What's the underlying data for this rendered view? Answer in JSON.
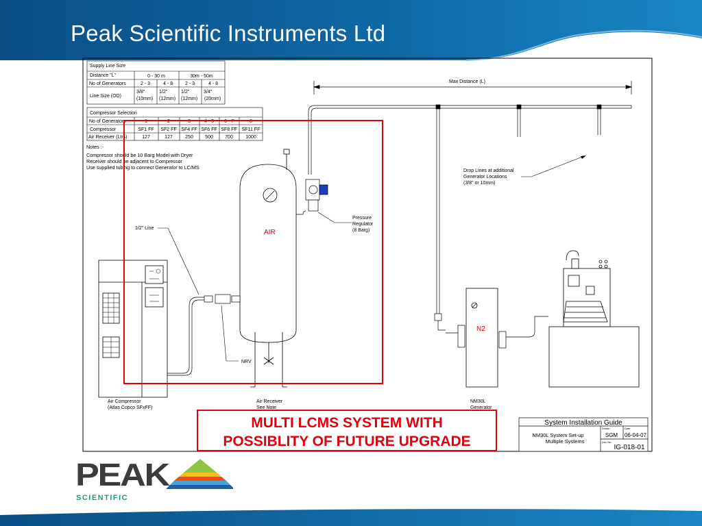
{
  "page_title": "Peak Scientific Instruments Ltd",
  "colors": {
    "brand_blue": "#0f68a6",
    "callout_red": "#e0000e",
    "logo_text": "#3c3c3c",
    "logo_green": "#1f9b6e"
  },
  "supply_table": {
    "title": "Supply Line Size",
    "rows": [
      {
        "label": "Distance \"L\"",
        "cells": [
          "0 - 30 m",
          "30m - 50m"
        ]
      },
      {
        "label": "No of Generators",
        "cells": [
          "2 - 3",
          "4 - 8",
          "2 - 3",
          "4 - 8"
        ]
      },
      {
        "label": "Line Size (OD)",
        "cells": [
          [
            "3/8\"",
            "(10mm)"
          ],
          [
            "1/2\"",
            "(12mm)"
          ],
          [
            "1/2\"",
            "(12mm)"
          ],
          [
            "3/4\"",
            "(20mm)"
          ]
        ]
      }
    ]
  },
  "compressor_table": {
    "title": "Compressor Selection",
    "rows": [
      {
        "label": "No of Generators",
        "cells": [
          "1",
          "2",
          "3",
          "4 - 5",
          "6 - 7",
          "8"
        ]
      },
      {
        "label": "Compressor",
        "cells": [
          "SF1 FF",
          "SF2 FF",
          "SF4 FF",
          "SF6 FF",
          "SF8 FF",
          "SF11 FF"
        ]
      },
      {
        "label": "Air Receiver (Ltrs)",
        "cells": [
          "127",
          "127",
          "250",
          "500",
          "700",
          "1000"
        ]
      }
    ]
  },
  "notes": {
    "heading": "Notes :-",
    "lines": [
      "Compressor should be 10 Barg Model with Dryer",
      "Receiver should be adjacent to Compressor",
      "Use supplied tubing to connect Generator to LC/MS"
    ]
  },
  "labels": {
    "max_distance": "Max Distance (L)",
    "drop_lines": [
      "Drop Lines at additional",
      "Generator Locations",
      "(3/8\" or 10mm)"
    ],
    "pressure_regulator": [
      "Pressure",
      "Regulator",
      "(8 Barg)"
    ],
    "half_inch_line": "1/2\" Line",
    "air": "AIR",
    "n2": "N2",
    "nrv": "NRV",
    "air_compressor": [
      "Air Compressor",
      "(Atlas Copco SFxFF)"
    ],
    "air_receiver": [
      "Air Receiver",
      "See Note"
    ],
    "nm30l": [
      "NM30L",
      "Generator"
    ]
  },
  "title_block": {
    "title": "System Installation Guide",
    "description": [
      "NM30L System Set-up",
      "Multiple Systems"
    ],
    "drawn_label": "Drawn",
    "drawn": "SGM",
    "date_label": "Date",
    "date": "06-04-07",
    "docno_label": "Doc No.",
    "doc_no": "IG-018-01"
  },
  "callout": {
    "line1": "MULTI LCMS SYSTEM WITH",
    "line2": "POSSIBLITY OF FUTURE UPGRADE"
  },
  "logo": {
    "word": "PEAK",
    "sub": "SCIENTIFIC"
  }
}
